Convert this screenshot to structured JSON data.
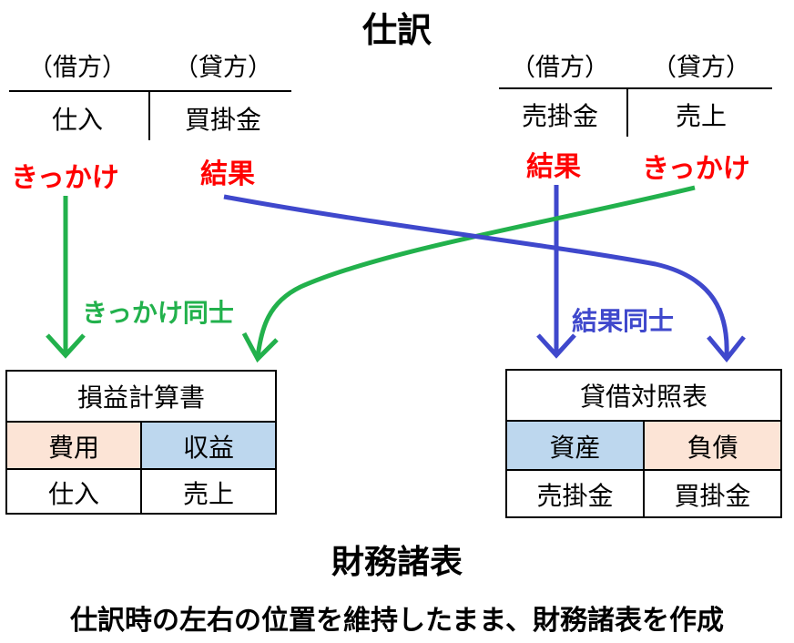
{
  "main_title": "仕訳",
  "left_entry": {
    "debit_header": "（借方）",
    "credit_header": "（貸方）",
    "debit": "仕入",
    "credit": "買掛金"
  },
  "right_entry": {
    "debit_header": "（借方）",
    "credit_header": "（貸方）",
    "debit": "売掛金",
    "credit": "売上"
  },
  "labels": {
    "left_trigger": "きっかけ",
    "left_result": "結果",
    "right_result": "結果",
    "right_trigger": "きっかけ",
    "triggers_together": "きっかけ同士",
    "results_together": "結果同士"
  },
  "income_statement": {
    "title": "損益計算書",
    "left_head": "費用",
    "right_head": "収益",
    "left_value": "仕入",
    "right_value": "売上"
  },
  "balance_sheet": {
    "title": "貸借対照表",
    "left_head": "資産",
    "right_head": "負債",
    "left_value": "売掛金",
    "right_value": "買掛金"
  },
  "financial_statements_title": "財務諸表",
  "footer": "仕訳時の左右の位置を維持したまま、財務諸表を作成",
  "colors": {
    "trigger_label": "#ff0000",
    "green_arrow": "#22b14c",
    "blue_arrow": "#3f48cc",
    "expense_fill": "#fce4d6",
    "revenue_fill": "#bdd7ee"
  }
}
